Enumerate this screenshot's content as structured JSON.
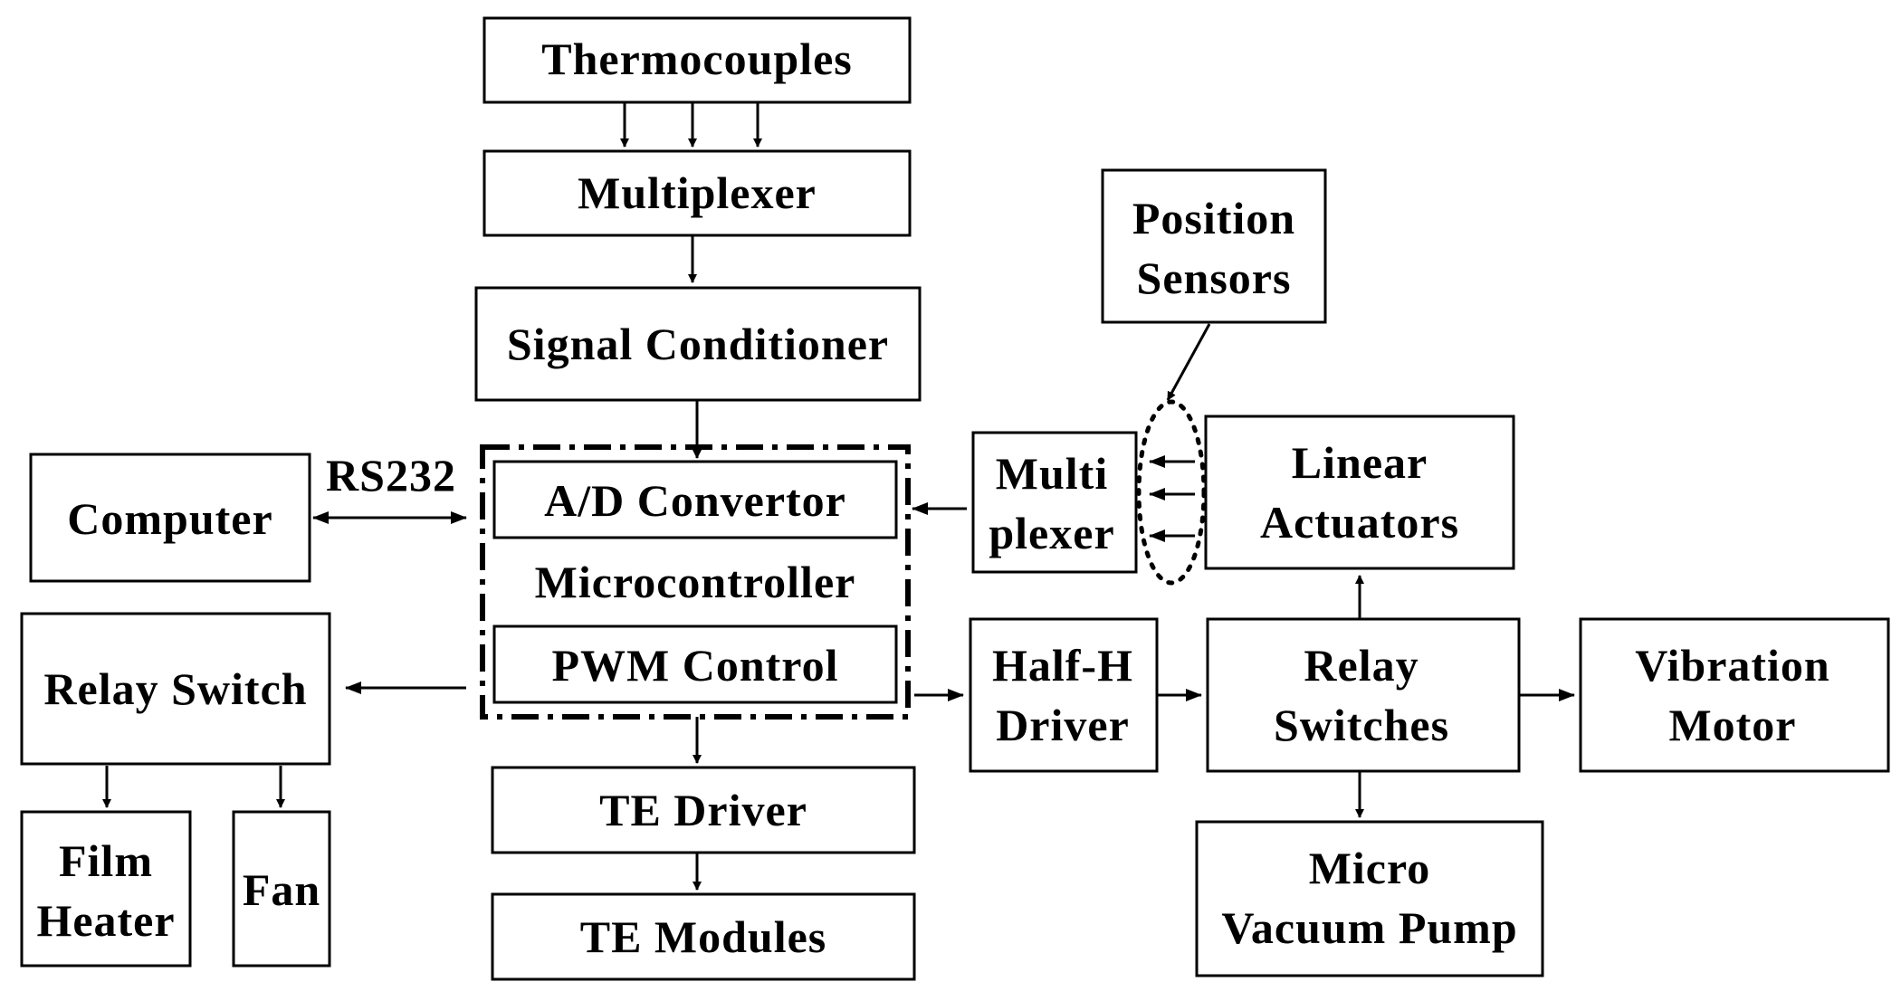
{
  "blocks": {
    "thermocouples": "Thermocouples",
    "multiplexer_top": "Multiplexer",
    "signal_conditioner": "Signal Conditioner",
    "computer": "Computer",
    "rs232": "RS232",
    "ad_convertor": "A/D Convertor",
    "microcontroller": "Microcontroller",
    "pwm_control": "PWM Control",
    "relay_switch": "Relay Switch",
    "film_heater_1": "Film",
    "film_heater_2": "Heater",
    "fan": "Fan",
    "te_driver": "TE Driver",
    "te_modules": "TE Modules",
    "position_sensors_1": "Position",
    "position_sensors_2": "Sensors",
    "multiplexer_right_1": "Multi",
    "multiplexer_right_2": "plexer",
    "linear_actuators_1": "Linear",
    "linear_actuators_2": "Actuators",
    "half_h_driver_1": "Half-H",
    "half_h_driver_2": "Driver",
    "relay_switches_1": "Relay",
    "relay_switches_2": "Switches",
    "vibration_motor_1": "Vibration",
    "vibration_motor_2": "Motor",
    "micro_vacuum_pump_1": "Micro",
    "micro_vacuum_pump_2": "Vacuum Pump"
  }
}
